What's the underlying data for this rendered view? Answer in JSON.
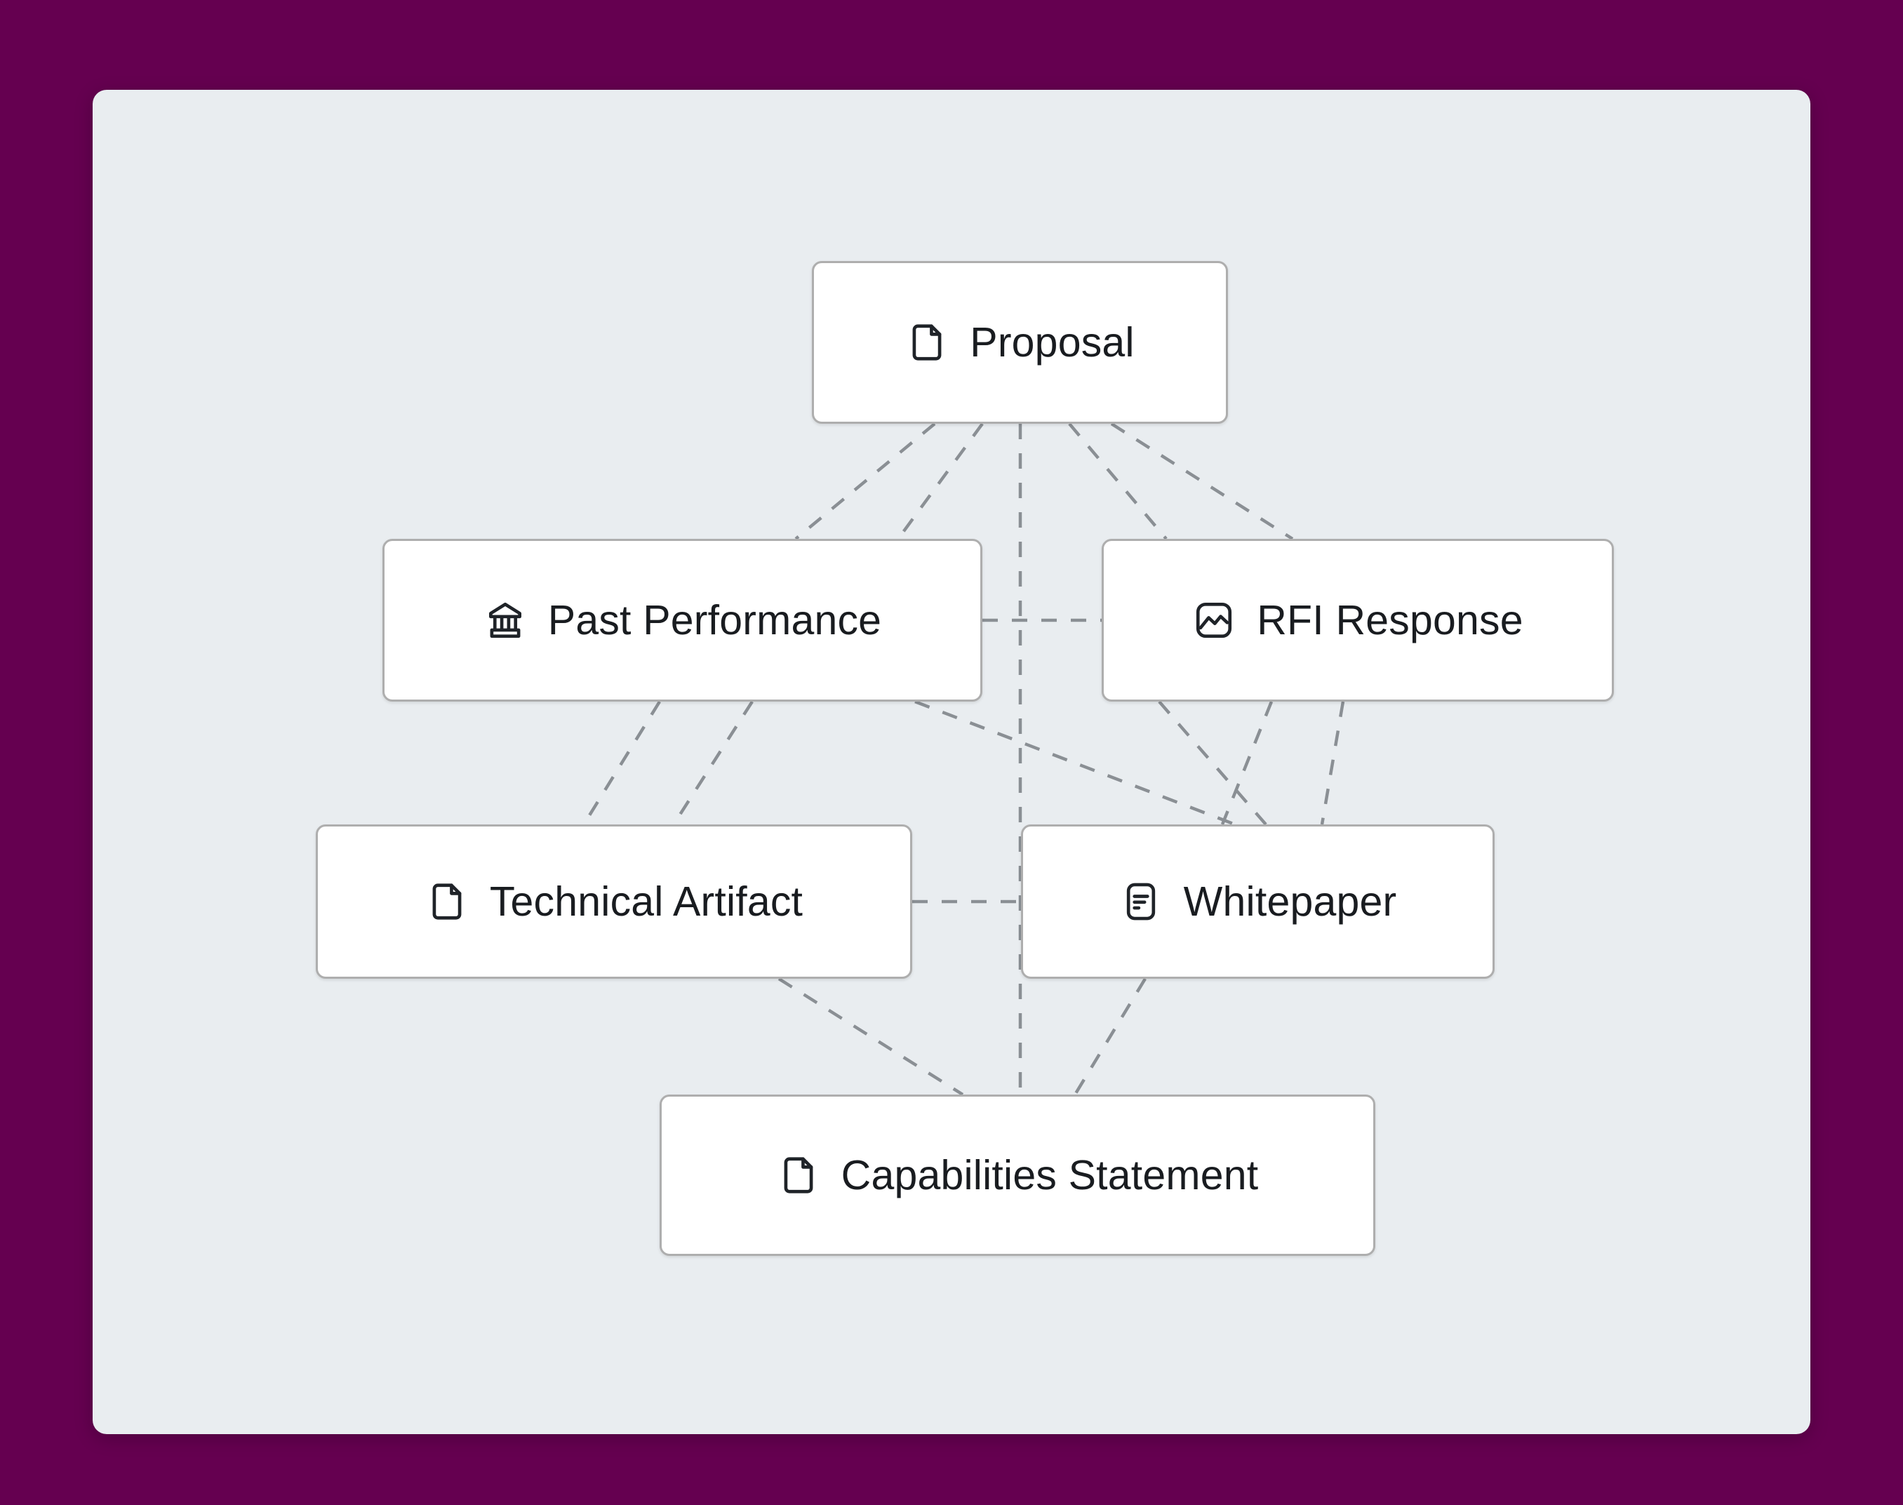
{
  "canvas": {
    "background_color": "#650050",
    "panel_color": "#e9edf0",
    "node_fill": "#ffffff",
    "node_border": "#aeaeae",
    "edge_color": "#8a8f94",
    "text_color": "#191c20"
  },
  "graph": {
    "type": "node-link-diagram",
    "edge_style": "dashed",
    "directed": false,
    "nodes": [
      {
        "id": "proposal",
        "label": "Proposal",
        "icon": "file-document-icon",
        "row": 1
      },
      {
        "id": "past-performance",
        "label": "Past Performance",
        "icon": "bank-institution-icon",
        "row": 2
      },
      {
        "id": "rfi-response",
        "label": "RFI Response",
        "icon": "line-chart-icon",
        "row": 2
      },
      {
        "id": "technical-artifact",
        "label": "Technical Artifact",
        "icon": "file-document-icon",
        "row": 3
      },
      {
        "id": "whitepaper",
        "label": "Whitepaper",
        "icon": "text-document-icon",
        "row": 3
      },
      {
        "id": "capabilities-statement",
        "label": "Capabilities Statement",
        "icon": "file-document-icon",
        "row": 4
      }
    ],
    "edges": [
      {
        "source": "proposal",
        "target": "past-performance"
      },
      {
        "source": "proposal",
        "target": "past-performance"
      },
      {
        "source": "proposal",
        "target": "rfi-response"
      },
      {
        "source": "proposal",
        "target": "rfi-response"
      },
      {
        "source": "proposal",
        "target": "capabilities-statement"
      },
      {
        "source": "past-performance",
        "target": "rfi-response"
      },
      {
        "source": "past-performance",
        "target": "technical-artifact"
      },
      {
        "source": "past-performance",
        "target": "technical-artifact"
      },
      {
        "source": "past-performance",
        "target": "whitepaper"
      },
      {
        "source": "rfi-response",
        "target": "whitepaper"
      },
      {
        "source": "rfi-response",
        "target": "whitepaper"
      },
      {
        "source": "rfi-response",
        "target": "whitepaper"
      },
      {
        "source": "technical-artifact",
        "target": "whitepaper"
      },
      {
        "source": "technical-artifact",
        "target": "capabilities-statement"
      },
      {
        "source": "whitepaper",
        "target": "capabilities-statement"
      }
    ]
  }
}
